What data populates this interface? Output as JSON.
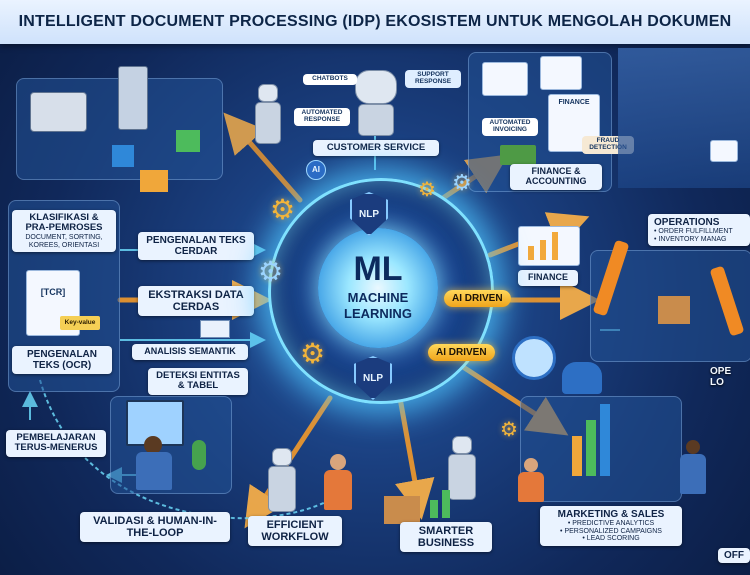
{
  "title": "INTELLIGENT DOCUMENT PROCESSING (IDP) EKOSISTEM UNTUK MENGOLAH DOKUMEN",
  "core": {
    "line1": "ML",
    "line2": "MACHINE",
    "line3": "LEARNING"
  },
  "badges": {
    "nlp_top": "NLP",
    "nlp_bottom": "NLP",
    "ai_top": "AI DRIVEN",
    "ai_bottom": "AI DRIVEN",
    "ai_small": "AI"
  },
  "customer_service": {
    "label": "CUSTOMER SERVICE",
    "chatbots": "CHATBOTS",
    "support": "SUPPORT RESPONSE",
    "automated": "AUTOMATED RESPONSE"
  },
  "finance_accounting": {
    "label": "FINANCE & ACCOUNTING",
    "invoicing": "AUTOMATED INVOICING",
    "doc": "FINANCE",
    "fraud": "FRAUD DETECTION"
  },
  "finance_small": "FINANCE",
  "operations": {
    "label": "OPERATIONS",
    "items": [
      "• ORDER FULFILLMENT",
      "• INVENTORY MANAG"
    ]
  },
  "ope_partial": {
    "line1": "OPE",
    "line2": "LO"
  },
  "klasifikasi": {
    "title": "KLASIFIKASI & PRA-PEMROSES",
    "sub": "DOCUMENT, SORTING, KOREES, ORIENTASI"
  },
  "ocr_doc": {
    "tag": "[TCR]",
    "kv": "Key-value"
  },
  "ocr_label": "PENGENALAN TEKS (OCR)",
  "pengenalan_cerdas": "PENGENALAN TEKS CERDAR",
  "ekstraksi": "EKSTRAKSI DATA CERDAS",
  "analisis": "ANALISIS SEMANTIK",
  "deteksi": "DETEKSI ENTITAS & TABEL",
  "pembelajaran": "PEMBELAJARAN TERUS-MENERUS",
  "validasi": "VALIDASI & HUMAN-IN-THE-LOOP",
  "efficient": "EFFICIENT WORKFLOW",
  "smarter": "SMARTER BUSINESS",
  "marketing": {
    "label": "MARKETING & SALES",
    "items": [
      "• PREDICTIVE ANALYTICS",
      "• PERSONALIZED CAMPAIGNS",
      "• LEAD SCORING"
    ]
  },
  "off_partial": "OFF",
  "colors": {
    "flow_orange": "#f39a2b",
    "flow_cyan": "#4fd8ff",
    "title_bg": "#dcebfd"
  }
}
